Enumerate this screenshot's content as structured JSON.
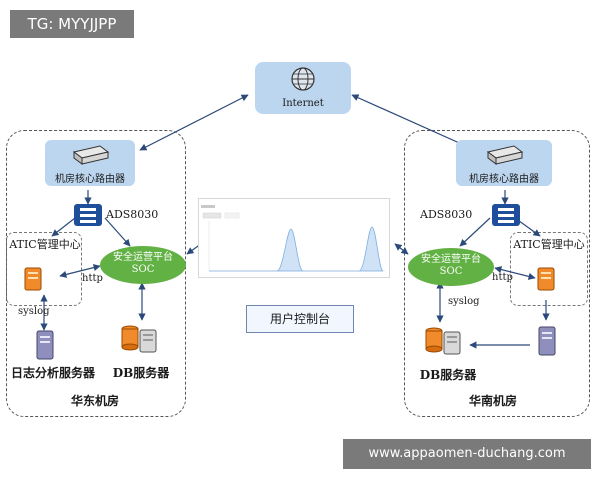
{
  "watermark_tag": "TG: MYYJJPP",
  "footer_url": "www.appaomen-duchang.com",
  "internet": {
    "label": "Internet",
    "icon": "globe-icon"
  },
  "east": {
    "region_label": "华东机房",
    "router_label": "机房核心路由器",
    "ads_label": "ADS8030",
    "atic_label": "ATIC管理中心",
    "soc_line1": "安全运营平台",
    "soc_line2": "SOC",
    "http_label": "http",
    "syslog_label": "syslog",
    "log_server_label": "日志分析服务器",
    "db_label": "DB服务器"
  },
  "south": {
    "region_label": "华南机房",
    "router_label": "机房核心路由器",
    "ads_label": "ADS8030",
    "atic_label": "ATIC管理中心",
    "soc_line1": "安全运营平台",
    "soc_line2": "SOC",
    "http_label": "http",
    "syslog_label": "syslog",
    "db_label": "DB服务器"
  },
  "console_label": "用户控制台",
  "colors": {
    "soc_green": "#62b144",
    "box_blue": "#bcd6ef",
    "arrow": "#2b4a7a",
    "chart_blue": "#7fb0e0"
  }
}
